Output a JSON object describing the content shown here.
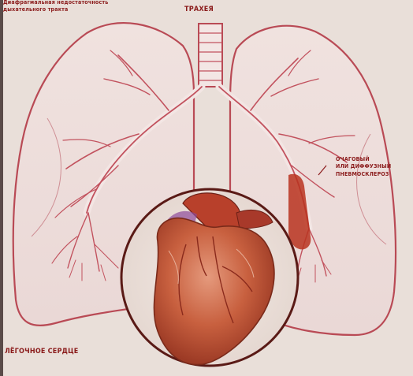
{
  "labels": {
    "top_left_line1": "Диафрагмальная недостаточность",
    "top_left_line2": "дыхательного тракта",
    "trachea": "ТРАХЕЯ",
    "right_line1": "ОЧАГОВЫЙ",
    "right_line2": "ИЛИ ДИФФУЗНЫЙ",
    "right_line3": "ПНЕВМОСКЛЕРОЗ",
    "bottom_left": "ЛЁГОЧНОЕ СЕРДЦЕ"
  },
  "colors": {
    "background": "#e9dfd9",
    "lung_outline": "#b94a55",
    "bronchi": "#c2525e",
    "heart": "#c4533b",
    "label_text": "#8a1a1a",
    "sclerosis": "#b9321f"
  }
}
